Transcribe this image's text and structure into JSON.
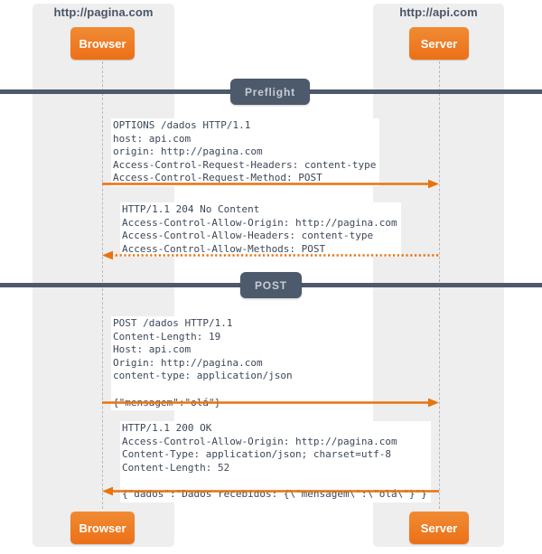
{
  "participants": {
    "left": {
      "title": "http://pagina.com",
      "actor_label": "Browser"
    },
    "right": {
      "title": "http://api.com",
      "actor_label": "Server"
    }
  },
  "sections": [
    {
      "badge": "Preflight"
    },
    {
      "badge": "POST"
    }
  ],
  "messages": [
    {
      "id": "preflight-request",
      "direction": "right",
      "style": "solid",
      "text": "OPTIONS /dados HTTP/1.1\nhost: api.com\norigin: http://pagina.com\nAccess-Control-Request-Headers: content-type\nAccess-Control-Request-Method: POST"
    },
    {
      "id": "preflight-response",
      "direction": "left",
      "style": "dotted",
      "text": "HTTP/1.1 204 No Content\nAccess-Control-Allow-Origin: http://pagina.com\nAccess-Control-Allow-Headers: content-type\nAccess-Control-Allow-Methods: POST"
    },
    {
      "id": "post-request",
      "direction": "right",
      "style": "solid",
      "text": "POST /dados HTTP/1.1\nContent-Length: 19\nHost: api.com\nOrigin: http://pagina.com\ncontent-type: application/json\n\n{\"mensagem\":\"olá\"}"
    },
    {
      "id": "post-response",
      "direction": "left",
      "style": "solid",
      "text": "HTTP/1.1 200 OK\nAccess-Control-Allow-Origin: http://pagina.com\nContent-Type: application/json; charset=utf-8\nContent-Length: 52\n\n{\"dados\":\"Dados recebidos: {\\\"mensagem\\\":\\\"olá\\\"}\"}"
    }
  ],
  "colors": {
    "actor": "#ec7018",
    "arrow": "#e8730f",
    "divider": "#4d5a6c",
    "band": "#eeeeee",
    "text": "#3c4858",
    "badge_text": "#c6ccd6"
  }
}
